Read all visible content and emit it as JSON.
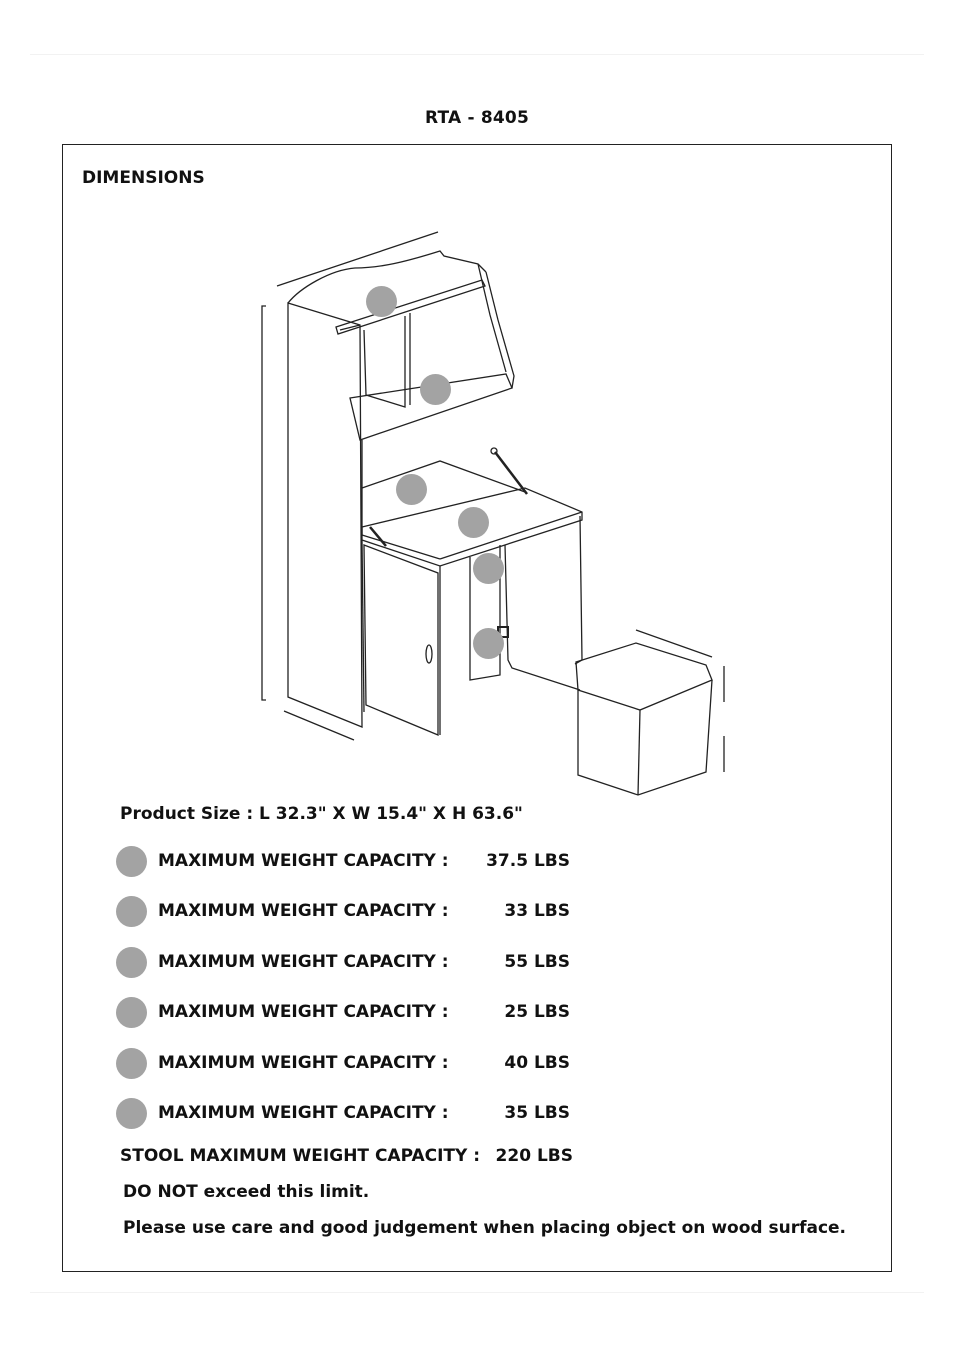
{
  "model": "RTA - 8405",
  "section_title": "DIMENSIONS",
  "product_size": "Product Size : L 32.3\" X W 15.4\" X H 63.6\"",
  "capacities": [
    {
      "label": "MAXIMUM WEIGHT CAPACITY :",
      "value": "37.5 LBS"
    },
    {
      "label": "MAXIMUM WEIGHT CAPACITY :",
      "value": "33 LBS"
    },
    {
      "label": "MAXIMUM WEIGHT CAPACITY :",
      "value": "55 LBS"
    },
    {
      "label": "MAXIMUM WEIGHT CAPACITY :",
      "value": "25 LBS"
    },
    {
      "label": "MAXIMUM WEIGHT CAPACITY :",
      "value": "40 LBS"
    },
    {
      "label": "MAXIMUM WEIGHT CAPACITY :",
      "value": "35 LBS"
    }
  ],
  "stool": {
    "label": "STOOL MAXIMUM WEIGHT CAPACITY :",
    "value": "220 LBS"
  },
  "notes": {
    "limit": "DO NOT exceed this limit.",
    "care": "Please use care and good judgement when placing object on wood surface."
  },
  "colors": {
    "marker": "#a3a3a3",
    "line": "#222222"
  }
}
